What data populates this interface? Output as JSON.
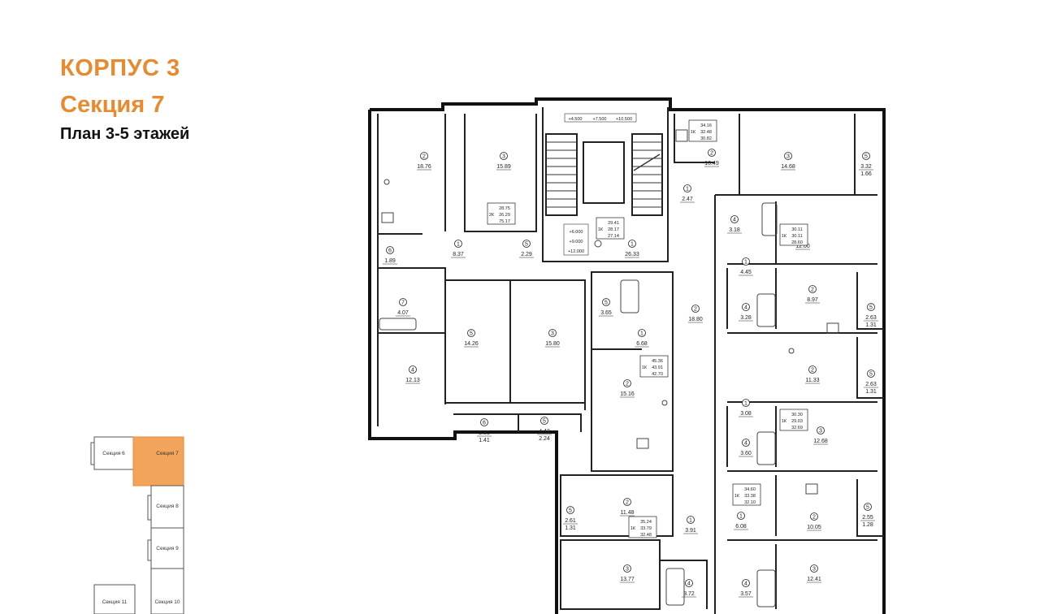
{
  "header": {
    "building": "КОРПУС 3",
    "section": "Секция 7",
    "plan": "План 3-5 этажей"
  },
  "legend": {
    "sections": [
      {
        "label": "Секция 6",
        "active": false
      },
      {
        "label": "Секция 7",
        "active": true
      },
      {
        "label": "Секция 8",
        "active": false
      },
      {
        "label": "Секция 9",
        "active": false
      },
      {
        "label": "Секция 11",
        "active": false
      },
      {
        "label": "Секция 10",
        "active": false
      }
    ],
    "active_color": "#f2a45a"
  },
  "elevations": {
    "top": [
      "+4.500",
      "+7.500",
      "+10.500"
    ],
    "mid": [
      "+6.000",
      "+9.000",
      "+12.000"
    ]
  },
  "rooms": [
    {
      "no": "2",
      "area": "18.76"
    },
    {
      "no": "3",
      "area": "15.89"
    },
    {
      "no": "1",
      "area": "8.37"
    },
    {
      "no": "5",
      "area": "2.29"
    },
    {
      "no": "6",
      "area": "1.89"
    },
    {
      "no": "7",
      "area": "4.07"
    },
    {
      "no": "5",
      "area": "14.26"
    },
    {
      "no": "3",
      "area": "15.80"
    },
    {
      "no": "4",
      "area": "12.13"
    },
    {
      "no": "6",
      "area": "2.81 / 1.41"
    },
    {
      "no": "5",
      "area": "4.42 / 2.24"
    },
    {
      "no": "1",
      "area": "26.33"
    },
    {
      "no": "5",
      "area": "3.65"
    },
    {
      "no": "1",
      "area": "6.68"
    },
    {
      "no": "2",
      "area": "15.16"
    },
    {
      "no": "2",
      "area": "18.80"
    },
    {
      "no": "1",
      "area": "2.47"
    },
    {
      "no": "2",
      "area": "10.49"
    },
    {
      "no": "3",
      "area": "14.68"
    },
    {
      "no": "5",
      "area": "3.32 / 1.66"
    },
    {
      "no": "4",
      "area": "3.18"
    },
    {
      "no": "3",
      "area": "12.00"
    },
    {
      "no": "1",
      "area": "4.45"
    },
    {
      "no": "2",
      "area": "8.97"
    },
    {
      "no": "4",
      "area": "3.28"
    },
    {
      "no": "5",
      "area": "2.63 / 1.31"
    },
    {
      "no": "2",
      "area": "11.33"
    },
    {
      "no": "5",
      "area": "2.63 / 1.31"
    },
    {
      "no": "1",
      "area": "3.08"
    },
    {
      "no": "3",
      "area": "12.68"
    },
    {
      "no": "4",
      "area": "3.60"
    },
    {
      "no": "5",
      "area": "2.61 / 1.31"
    },
    {
      "no": "2",
      "area": "11.48"
    },
    {
      "no": "1",
      "area": "3.91"
    },
    {
      "no": "3",
      "area": "13.77"
    },
    {
      "no": "4",
      "area": "3.72"
    },
    {
      "no": "1",
      "area": "6.08"
    },
    {
      "no": "2",
      "area": "10.05"
    },
    {
      "no": "5",
      "area": "2.55 / 1.28"
    },
    {
      "no": "3",
      "area": "12.41"
    },
    {
      "no": "4",
      "area": "3.57"
    }
  ],
  "apartment_tags": [
    {
      "code": "2К",
      "lines": [
        "28.75",
        "26.29",
        "75.17"
      ]
    },
    {
      "code": "1К",
      "lines": [
        "34.16",
        "32.48",
        "30.82"
      ]
    },
    {
      "code": "1К",
      "lines": [
        "29.41",
        "28.17",
        "27.14"
      ]
    },
    {
      "code": "1К",
      "lines": [
        "30.11",
        "30.11",
        "28.60"
      ]
    },
    {
      "code": "1К",
      "lines": [
        "45.36",
        "43.91",
        "42.70"
      ]
    },
    {
      "code": "1К",
      "lines": [
        "30.30",
        "29.03",
        "32.69"
      ]
    },
    {
      "code": "1К",
      "lines": [
        "34.60",
        "33.38",
        "32.10"
      ]
    },
    {
      "code": "1К",
      "lines": [
        "35.24",
        "33.79",
        "32.48"
      ]
    }
  ]
}
